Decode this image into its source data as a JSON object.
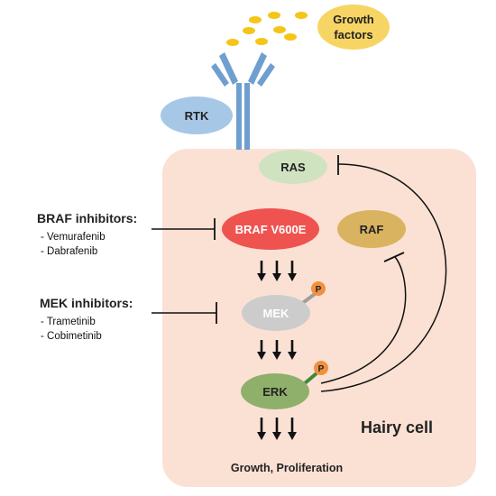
{
  "growth_factors": {
    "label_line1": "Growth",
    "label_line2": "factors",
    "color": "#f7d564",
    "dot_color": "#f5c518"
  },
  "rtk": {
    "label": "RTK",
    "color": "#a7c7e7",
    "receptor_color": "#6f9fd0"
  },
  "cell": {
    "label": "Hairy cell",
    "color": "#fbe1d4"
  },
  "nodes": {
    "ras": {
      "label": "RAS",
      "color": "#cfe3c0"
    },
    "braf": {
      "label": "BRAF V600E",
      "color": "#ef5350"
    },
    "raf": {
      "label": "RAF",
      "color": "#d9b35f"
    },
    "mek": {
      "label": "MEK",
      "color": "#cccccc"
    },
    "erk": {
      "label": "ERK",
      "color": "#8fb06a"
    }
  },
  "phospho": {
    "label": "P",
    "color": "#f0913f"
  },
  "output": {
    "label": "Growth, Proliferation"
  },
  "braf_inhibitors": {
    "title": "BRAF inhibitors:",
    "drugs": [
      "- Vemurafenib",
      "- Dabrafenib"
    ]
  },
  "mek_inhibitors": {
    "title": "MEK inhibitors:",
    "drugs": [
      "- Trametinib",
      "- Cobimetinib"
    ]
  }
}
